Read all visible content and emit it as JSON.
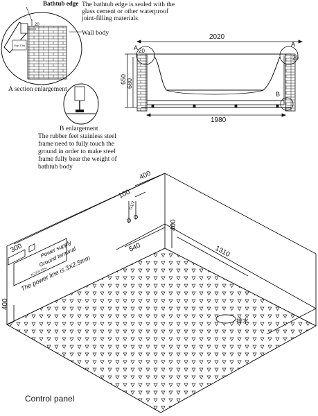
{
  "callouts": {
    "bathtub_edge": "Bathtub edge",
    "sealing_note_1": "The bathtub edge is sealed with the",
    "sealing_note_2": "glass cement or other waterproof",
    "sealing_note_3": "joint-filling materials",
    "size_20": "20",
    "gap_chn": "Gap-Chn",
    "wall_body": "Wall body",
    "section_a": "A section enlargement",
    "section_b": "B enlargement",
    "feet_note_1": "The rubber feet stainless steel",
    "feet_note_2": "frame need to fully touch the",
    "feet_note_3": "ground in order to make steel",
    "feet_note_4": "frame fully bear the weight of",
    "feet_note_5": "bathtub body"
  },
  "elevation": {
    "width_total": "2020",
    "width_bottom": "1980",
    "height_total": "650",
    "height_inner": "680",
    "edge_left": "20",
    "edge_right": "20",
    "label_a_left": "A",
    "label_a_right": "A",
    "label_b": "B"
  },
  "plan": {
    "dim_400_top": "400",
    "dim_100": "100",
    "dim_400_right": "400",
    "dim_540": "540",
    "dim_1310": "1310",
    "dim_300": "300",
    "dim_400_left": "400",
    "valve_label": "G1/2",
    "power_supply": "Power supply",
    "ground_terminal": "Ground terminal",
    "power_small": "AC220V 50Hz",
    "power_line": "The power line is 3X2.5mm",
    "drain": "排水",
    "control_panel": "Control panel"
  }
}
